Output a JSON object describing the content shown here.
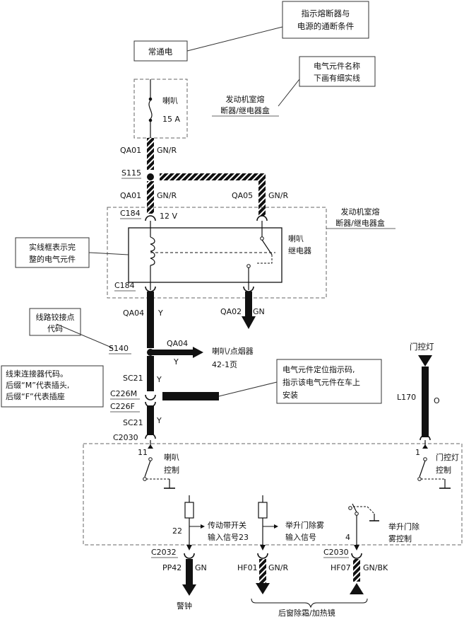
{
  "callouts": {
    "fuse_condition": [
      "指示熔断器与",
      "电源的通断条件"
    ],
    "always_on": "常通电",
    "component_name": [
      "电气元件名称",
      "下画有细实线"
    ],
    "solid_frame": [
      "实线框表示完",
      "整的电气元件"
    ],
    "splice_code": [
      "线路铰接点",
      "代码"
    ],
    "connector_code": [
      "线束连接器代码。",
      "后缀“M”代表插头,",
      "后缀“F”代表插座"
    ],
    "locator": [
      "电气元件定位指示码,",
      "指示该电气元件在车上",
      "安装"
    ]
  },
  "fuse_box_top": {
    "label": [
      "发动机室熔",
      "断器/继电器盒"
    ]
  },
  "fuse": {
    "name": "喇叭",
    "rating": "15 A"
  },
  "fuse_box_relay": {
    "label": [
      "发动机室熔",
      "断器/继电器盒"
    ]
  },
  "relay": {
    "name": [
      "喇叭",
      "继电器"
    ]
  },
  "wires": {
    "qa01_top": "QA01",
    "qa01_top_color": "GN/R",
    "s115": "S115",
    "qa01_mid": "QA01",
    "qa01_mid_color": "GN/R",
    "qa05": "QA05",
    "qa05_color": "GN/R",
    "c184_top": "C184",
    "c184_voltage": "12 V",
    "c184_bottom": "C184",
    "qa04": "QA04",
    "qa04_color": "Y",
    "qa02": "QA02",
    "qa02_color": "GN",
    "s140": "S140",
    "qa04_branch": "QA04",
    "qa04_branch_color": "Y",
    "qa04_branch_dest": [
      "喇叭/点烟器",
      "42-1页"
    ],
    "sc21_top": "SC21",
    "sc21_top_color": "Y",
    "c226m": "C226M",
    "c226f": "C226F",
    "sc21_bottom": "SC21",
    "sc21_bottom_color": "Y",
    "c2030_left": "C2030",
    "door_lamp": "门控灯",
    "l170": "L170",
    "l170_color": "O",
    "c2032": "C2032",
    "pp42": "PP42",
    "pp42_color": "GN",
    "hf01": "HF01",
    "hf01_color": "GN/R",
    "c2030_right": "C2030",
    "hf07": "HF07",
    "hf07_color": "GN/BK",
    "alarm": "警钟",
    "rear_defrost": "后窗除霜/加热镜"
  },
  "module": {
    "pin11": "11",
    "horn_control": [
      "喇叭",
      "控制"
    ],
    "pin1": "1",
    "door_lamp_control": [
      "门控灯",
      "控制"
    ],
    "pin22": "22",
    "belt_switch": [
      "传动带开关",
      "输入信号23"
    ],
    "liftgate_input": [
      "举升门除雾",
      "输入信号"
    ],
    "pin4": "4",
    "liftgate_control": [
      "举升门除",
      "雾控制"
    ]
  }
}
